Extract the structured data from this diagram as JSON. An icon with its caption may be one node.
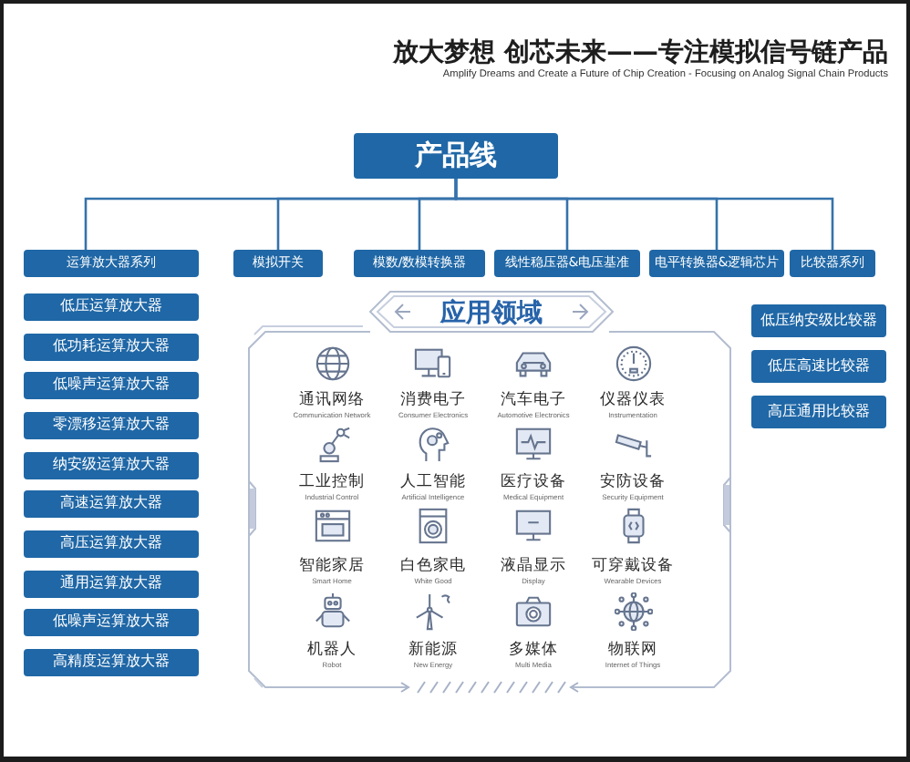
{
  "diagram": {
    "title": "放大梦想 创芯未来——专注模拟信号链产品",
    "nodes": [
      {
        "text": [
          "产品线"
        ]
      },
      {
        "text": [
          "运算放大器系列"
        ]
      },
      {
        "text": [
          "模拟开关"
        ]
      },
      {
        "text": [
          "模数/数模转换器"
        ]
      },
      {
        "text": [
          "线性稳压器&电压基准"
        ]
      },
      {
        "text": [
          "电平转换器&逻辑芯片"
        ]
      },
      {
        "text": [
          "比较器系列"
        ]
      },
      {
        "text": [
          "低压运算放大器"
        ]
      },
      {
        "text": [
          "低功耗运算放大器"
        ]
      },
      {
        "text": [
          "低噪声运算放大器"
        ]
      },
      {
        "text": [
          "零漂移运算放大器"
        ]
      },
      {
        "text": [
          "纳安级运算放大器"
        ]
      },
      {
        "text": [
          "高速运算放大器"
        ]
      },
      {
        "text": [
          "高压运算放大器"
        ]
      },
      {
        "text": [
          "通用运算放大器"
        ]
      },
      {
        "text": [
          "低噪声运算放大器"
        ]
      },
      {
        "text": [
          "高精度运算放大器"
        ]
      },
      {
        "text": [
          "应用领域"
        ]
      },
      {
        "text": [
          "低压纳安级比较器"
        ]
      },
      {
        "text": [
          "低压高速比较器"
        ]
      },
      {
        "text": [
          "高压通用比较器"
        ]
      }
    ],
    "edges": [
      {
        "from": 0,
        "to": 1,
        "arrow": "none"
      },
      {
        "from": 0,
        "to": 2,
        "arrow": "none"
      },
      {
        "from": 0,
        "to": 3,
        "arrow": "none"
      },
      {
        "from": 0,
        "to": 4,
        "arrow": "none"
      },
      {
        "from": 0,
        "to": 5,
        "arrow": "none"
      },
      {
        "from": 0,
        "to": 6,
        "arrow": "none"
      }
    ],
    "labels": [
      "Amplify Dreams and Create a Future of Chip Creation - Focusing on Analog Signal Chain Products",
      "通讯网络",
      "Communication Network",
      "消费电子",
      "Consumer Electronics",
      "汽车电子",
      "Automotive Electronics",
      "仪器仪表",
      "Instrumentation",
      "工业控制",
      "Industrial Control",
      "人工智能",
      "Artificial Intelligence",
      "医疗设备",
      "Medical Equipment",
      "安防设备",
      "Security Equipment",
      "智能家居",
      "Smart Home",
      "白色家电",
      "White Good",
      "液晶显示",
      "Display",
      "可穿戴设备",
      "Wearable Devices",
      "机器人",
      "Robot",
      "新能源",
      "New Energy",
      "多媒体",
      "Multi Media",
      "物联网",
      "Internet of Things"
    ]
  }
}
